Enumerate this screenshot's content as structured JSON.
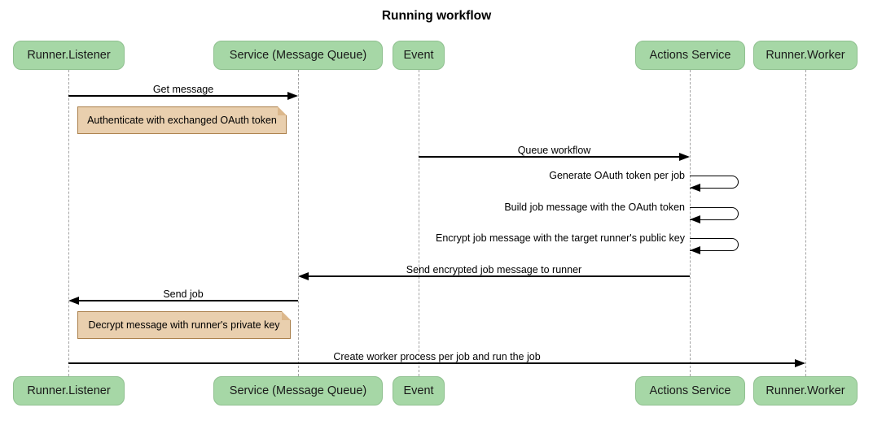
{
  "title": "Running workflow",
  "actors": [
    {
      "id": "runner-listener",
      "label": "Runner.Listener"
    },
    {
      "id": "service-message-queue",
      "label": "Service (Message Queue)"
    },
    {
      "id": "event",
      "label": "Event"
    },
    {
      "id": "actions-service",
      "label": "Actions Service"
    },
    {
      "id": "runner-worker",
      "label": "Runner.Worker"
    }
  ],
  "messages": [
    {
      "label": "Get message",
      "from": "Runner.Listener",
      "to": "Service (Message Queue)",
      "direction": "right"
    },
    {
      "label": "Queue workflow",
      "from": "Event",
      "to": "Actions Service",
      "direction": "right"
    },
    {
      "label": "Generate OAuth token per job",
      "from": "Actions Service",
      "to": "Actions Service",
      "direction": "self"
    },
    {
      "label": "Build job message with the OAuth token",
      "from": "Actions Service",
      "to": "Actions Service",
      "direction": "self"
    },
    {
      "label": "Encrypt job message with the target runner's public key",
      "from": "Actions Service",
      "to": "Actions Service",
      "direction": "self"
    },
    {
      "label": "Send encrypted job message to runner",
      "from": "Actions Service",
      "to": "Service (Message Queue)",
      "direction": "left"
    },
    {
      "label": "Send job",
      "from": "Service (Message Queue)",
      "to": "Runner.Listener",
      "direction": "left"
    },
    {
      "label": "Create worker process per job and run the job",
      "from": "Runner.Listener",
      "to": "Runner.Worker",
      "direction": "right"
    }
  ],
  "notes": [
    {
      "label": "Authenticate with exchanged OAuth token",
      "over": "Runner.Listener"
    },
    {
      "label": "Decrypt message with runner's private key",
      "over": "Runner.Listener"
    }
  ],
  "colors": {
    "background": "#ffffff",
    "actor_fill": "#a6d7a6",
    "actor_border": "#8fc08f",
    "note_fill": "#e9cfae",
    "note_border": "#aa7f4a",
    "note_fold": "#dcb88c",
    "lifeline": "#a3a3a3",
    "arrow": "#000000",
    "title_text": "#000000"
  }
}
